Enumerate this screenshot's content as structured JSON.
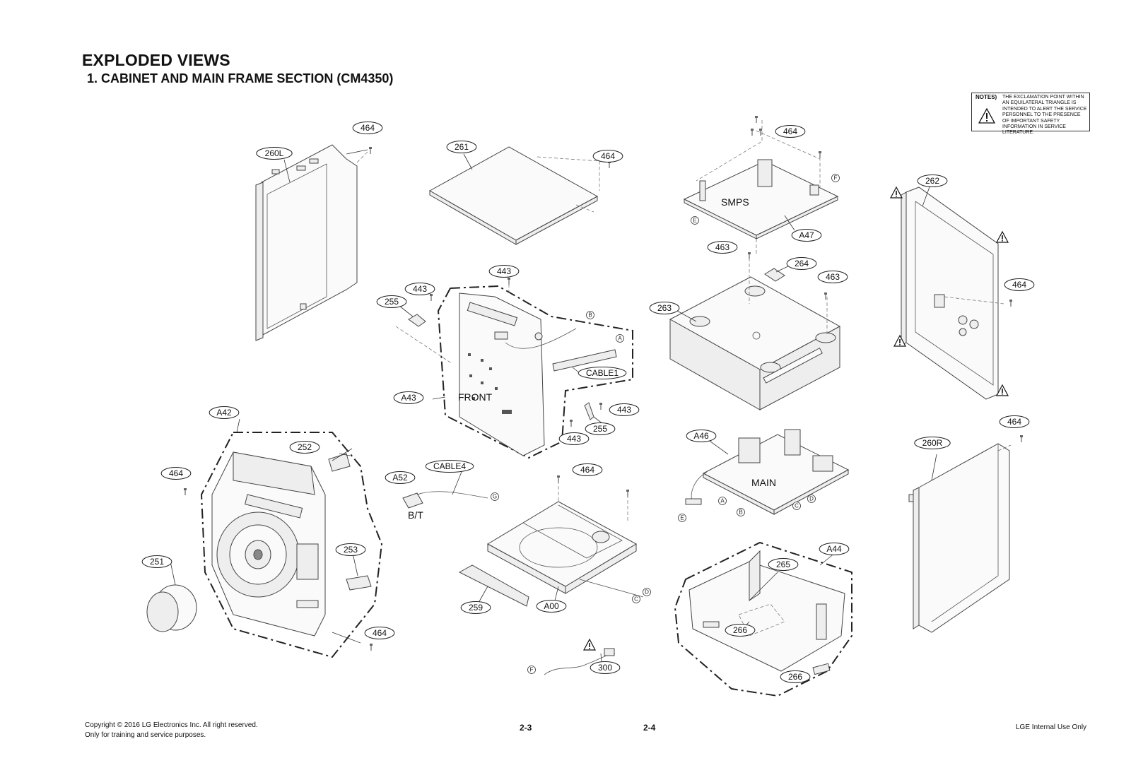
{
  "header": {
    "title": "EXPLODED VIEWS",
    "subtitle": "1. CABINET AND MAIN FRAME SECTION (CM4350)"
  },
  "notes": {
    "label": "NOTES)",
    "text": "THE EXCLAMATION POINT WITHIN AN EQUILATERAL TRIANGLE IS INTENDED TO ALERT THE SERVICE PERSONNEL TO THE PRESENCE OF IMPORTANT SAFETY INFORMATION IN SERVICE LITERATURE.",
    "icon": "warning-triangle-icon"
  },
  "callouts": {
    "c464_a": "464",
    "c260L": "260L",
    "c261": "261",
    "c464_b": "464",
    "c464_c": "464",
    "cA47": "A47",
    "c262": "262",
    "c463_a": "463",
    "c264": "264",
    "c463_b": "463",
    "c464_d": "464",
    "c263": "263",
    "c443_a": "443",
    "c443_b": "443",
    "c255_a": "255",
    "cCABLE1": "CABLE1",
    "cA43": "A43",
    "c443_c": "443",
    "c255_b": "255",
    "c443_d": "443",
    "cA42": "A42",
    "c464_e": "464",
    "c252": "252",
    "c464_f": "464",
    "cA46": "A46",
    "c260R": "260R",
    "cA52": "A52",
    "cCABLE4": "CABLE4",
    "c464_g": "464",
    "c253": "253",
    "c251": "251",
    "cA44": "A44",
    "c265": "265",
    "c259": "259",
    "cA00": "A00",
    "c266_a": "266",
    "c464_h": "464",
    "c300": "300",
    "c266_b": "266"
  },
  "connectors": {
    "F1": "F",
    "E1": "E",
    "B1": "B",
    "A1": "A",
    "G1": "G",
    "A2": "A",
    "B2": "B",
    "C1": "C",
    "D1": "D",
    "E2": "E",
    "D2": "D",
    "C2": "C",
    "F2": "F"
  },
  "labels": {
    "smps": "SMPS",
    "front": "FRONT",
    "main": "MAIN",
    "bt": "B/T"
  },
  "footer": {
    "copyright": "Copyright © 2016 LG Electronics Inc. All right reserved.",
    "purpose": "Only for training and service purposes.",
    "page_left": "2-3",
    "page_right": "2-4",
    "internal": "LGE Internal Use Only"
  }
}
